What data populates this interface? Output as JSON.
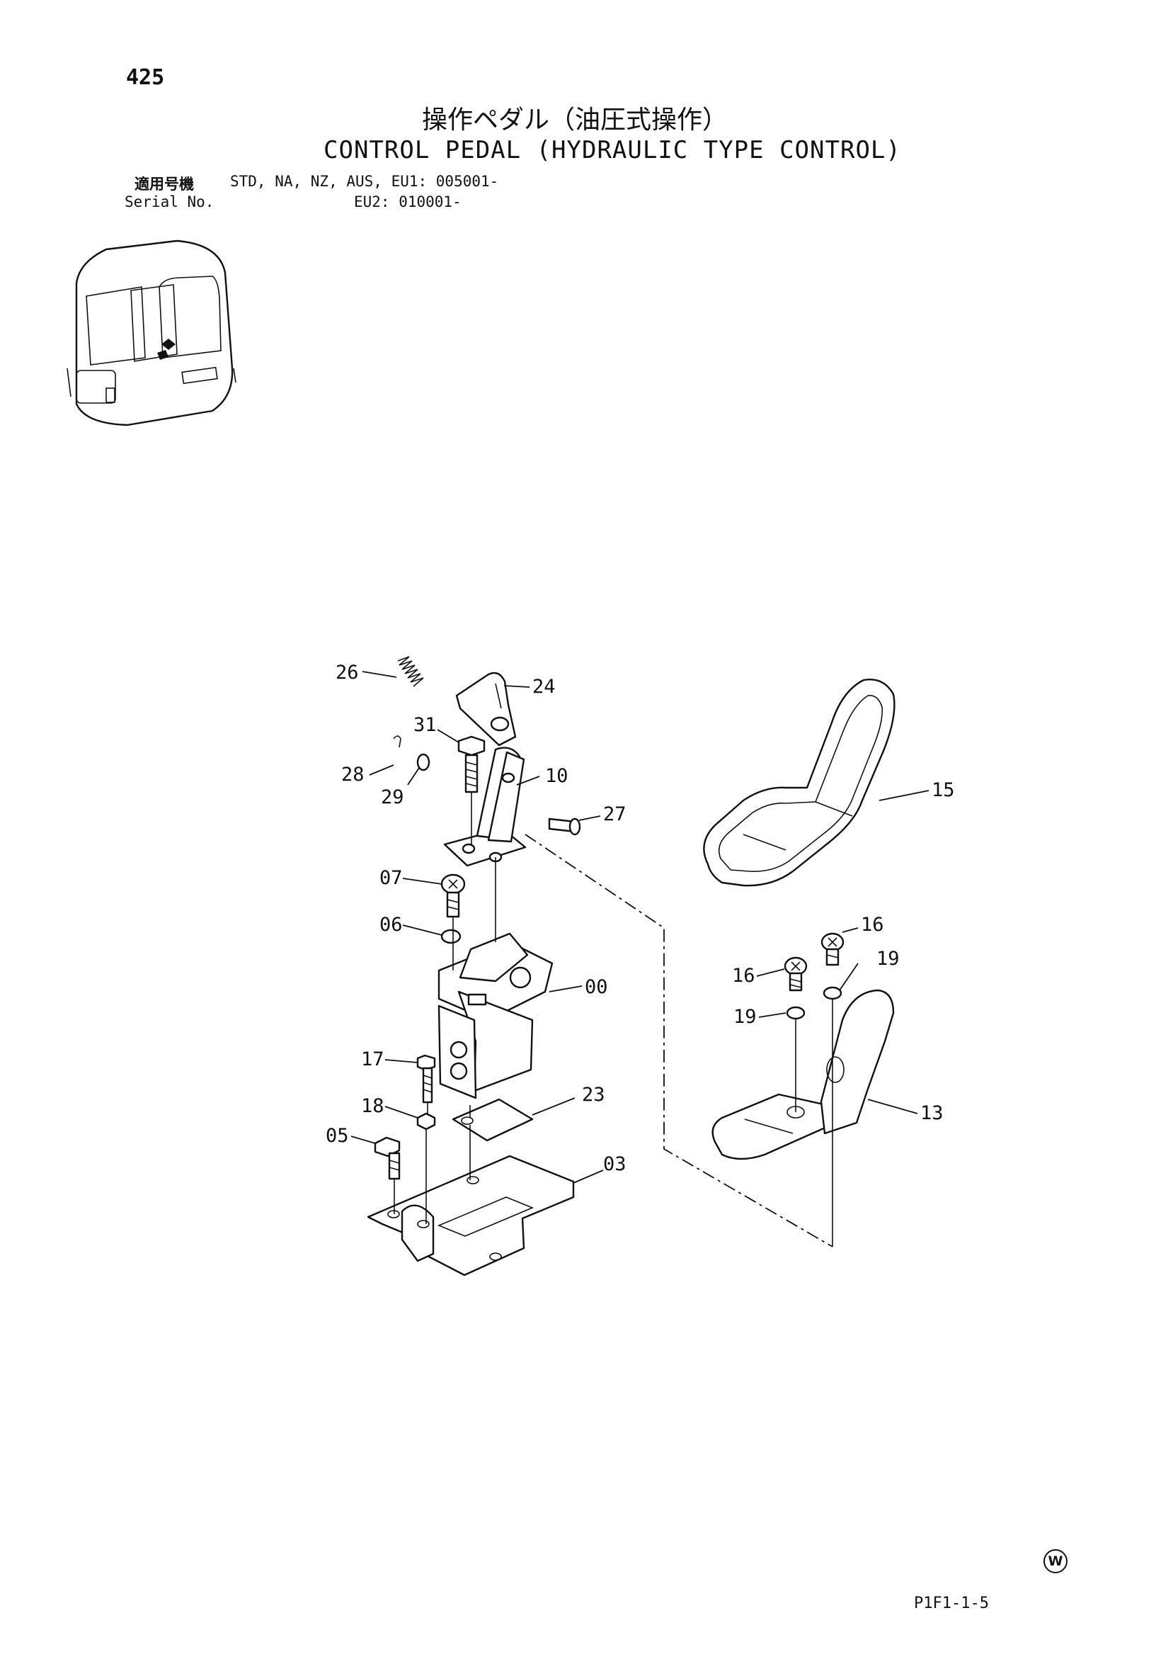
{
  "header": {
    "page_number": "425",
    "title_jp": "操作ペダル（油圧式操作）",
    "title_en": "CONTROL PEDAL (HYDRAULIC TYPE CONTROL)"
  },
  "serial": {
    "label_jp": "適用号機",
    "label_en": "Serial No.",
    "line1": "STD, NA, NZ, AUS, EU1: 005001-",
    "line2": "EU2: 010001-"
  },
  "callouts": [
    "26",
    "24",
    "31",
    "28",
    "29",
    "10",
    "27",
    "15",
    "07",
    "06",
    "00",
    "16",
    "16",
    "19",
    "19",
    "17",
    "18",
    "23",
    "05",
    "03",
    "13"
  ],
  "footer": {
    "mark": "W",
    "figure_code": "P1F1-1-5"
  }
}
